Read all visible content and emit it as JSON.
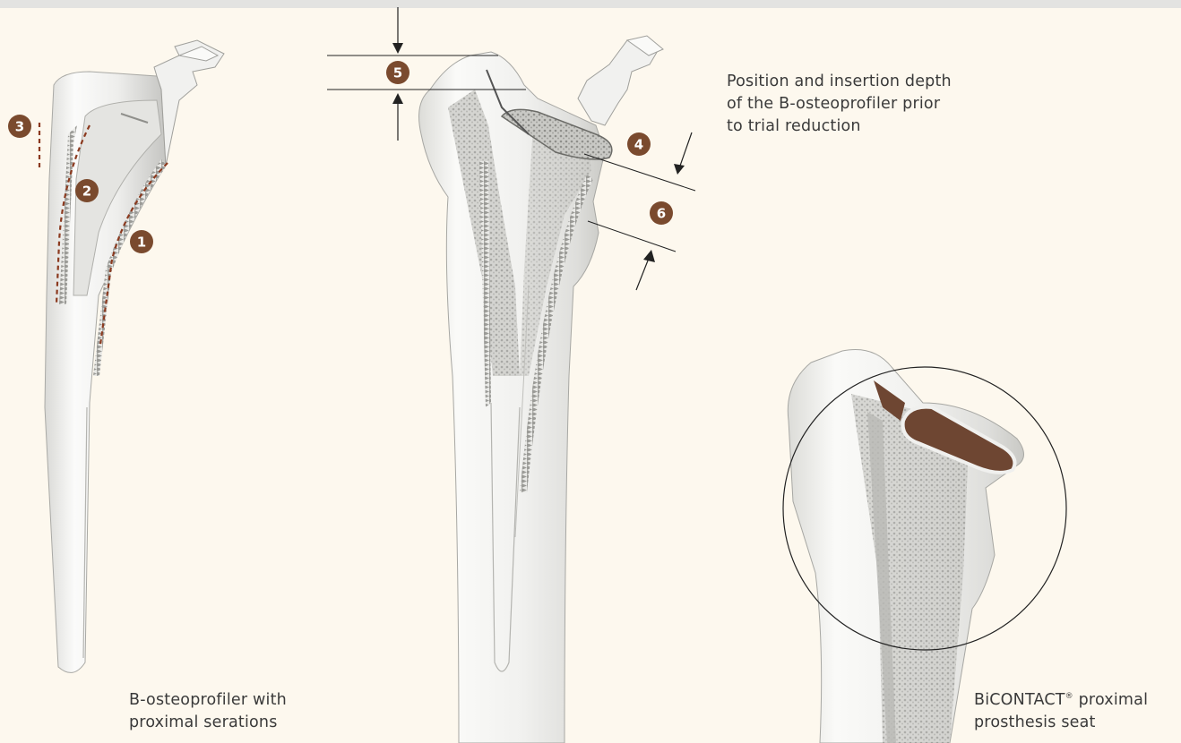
{
  "captions": {
    "left": [
      "B-osteoprofiler with",
      "proximal serations"
    ],
    "center": [
      "Position and insertion depth",
      "of the B-osteoprofiler prior",
      "to trial reduction"
    ],
    "right_line1_brand": "BiCONTACT",
    "right_line1_reg": "®",
    "right_line1_rest": " proximal",
    "right_line2": "prosthesis seat"
  },
  "markers": [
    "1",
    "2",
    "3",
    "4",
    "5",
    "6"
  ],
  "colors": {
    "background": "#fdf8ee",
    "badge": "#7a4a2e",
    "dashed_line": "#8b3a1f",
    "implant_fill": "#f4f4f2",
    "implant_shade": "#c9c9c6",
    "cancellous": "#a9a9a6",
    "cavity": "#6e4632"
  },
  "icons": [
    "down-arrow-icon",
    "up-arrow-icon",
    "dimension-line"
  ]
}
